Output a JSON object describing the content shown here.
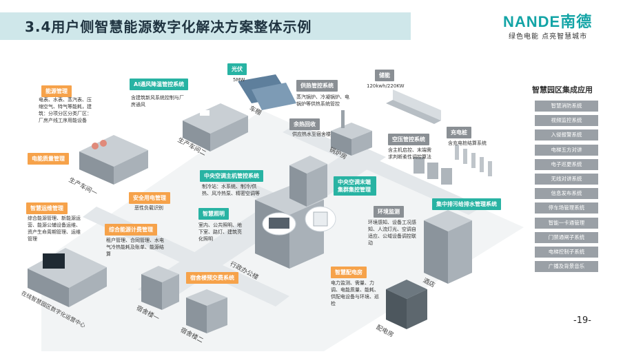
{
  "header": {
    "title": "3.4用户侧智慧能源数字化解决方案整体示例"
  },
  "logo": {
    "brand": "NANDE南德",
    "slogan": "绿色电能 点亮智慧城市"
  },
  "colors": {
    "title_bg": "#cfe7ea",
    "orange_tag": "#f6a24a",
    "teal_tag": "#28b3a3",
    "grey_item": "#9aa0a6",
    "brand": "#13a4a6"
  },
  "diagram": {
    "labels": {
      "energy_mgmt": {
        "tag": "能源管理",
        "desc": "电表、水表、蒸汽表、压缩空气、特气等能耗，建筑：分项分区分类厂区：厂房产线工序用能设备"
      },
      "ai_ventilation": {
        "tag": "AI通风降温管控系统",
        "desc": "含建筑新风系统控制与厂房通风"
      },
      "pv": {
        "tag": "光伏",
        "desc": "5MW"
      },
      "heat_supply": {
        "tag": "供热管控系统",
        "desc": "蒸汽锅炉、冷凝锅炉、电锅炉等供热系统管控"
      },
      "storage": {
        "tag": "储能",
        "desc": "120kwh/220KW"
      },
      "waste_heat": {
        "tag": "余热回收",
        "desc": "供应热水至宿舍楼"
      },
      "power_quality": {
        "tag": "电能质量管理"
      },
      "central_ac_host": {
        "tag": "中央空调主机管控系统",
        "desc": "制冷站：水系统、制冷/供热、风冷热泵、精密空调等"
      },
      "central_ac_terminal": {
        "tag": "中央空调末端集群集控管理"
      },
      "ac_control": {
        "tag": "空压管控系统",
        "desc": "含主机启控、末端需求判断柔性调控算法"
      },
      "charging": {
        "tag": "充电桩",
        "desc": "含充电桩结算系统"
      },
      "safe_power": {
        "tag": "安全用电管理",
        "desc": "恶性负载识别"
      },
      "smart_lighting": {
        "tag": "智慧照明",
        "desc": "室内、公共照明、地下室、路灯、建筑亮化照明"
      },
      "sewage": {
        "tag": "集中排污给排水管理系统"
      },
      "smart_ops": {
        "tag": "智慧运维管理",
        "desc": "综合能源管理、新能源运营、能源公辅设备运维、资产生命周期管理、运维管理"
      },
      "integrated_billing": {
        "tag": "综合能源计费管理",
        "desc": "租户管理、合同管理、水电气冷热能耗及账单、能源结算"
      },
      "dorm_prepaid": {
        "tag": "宿舍楼预交费系统"
      },
      "env_monitor": {
        "tag": "环境监测",
        "desc": "环境感知、设备工况感知、人流灯光、空调自适应、公域设备调控联动"
      },
      "smart_power": {
        "tag": "智慧配电房",
        "desc": "电力监测、需量、力调、电能质量、能耗、供配电设备与环境、巡检"
      }
    },
    "places": {
      "factory1": "生产车间一",
      "factory2": "生产车间二",
      "boiler": "锅炉房",
      "carport": "车棚",
      "office": "行政办公楼",
      "hotel": "酒店",
      "dorm1": "宿舍楼一",
      "dorm2": "宿舍楼二",
      "ops_center": "在线智慧园区数字化运营中心",
      "power_room": "配电房"
    }
  },
  "panel": {
    "title": "智慧园区集成应用",
    "items": [
      "智慧消防系统",
      "视频监控系统",
      "入侵报警系统",
      "电梯五方对讲",
      "电子巡更系统",
      "无线对讲系统",
      "信息发布系统",
      "停车场管理系统",
      "智能一卡通管理",
      "门禁通闸子系统",
      "电梯控制子系统",
      "广播及背景音乐"
    ]
  },
  "footer": {
    "page": "-19-"
  }
}
